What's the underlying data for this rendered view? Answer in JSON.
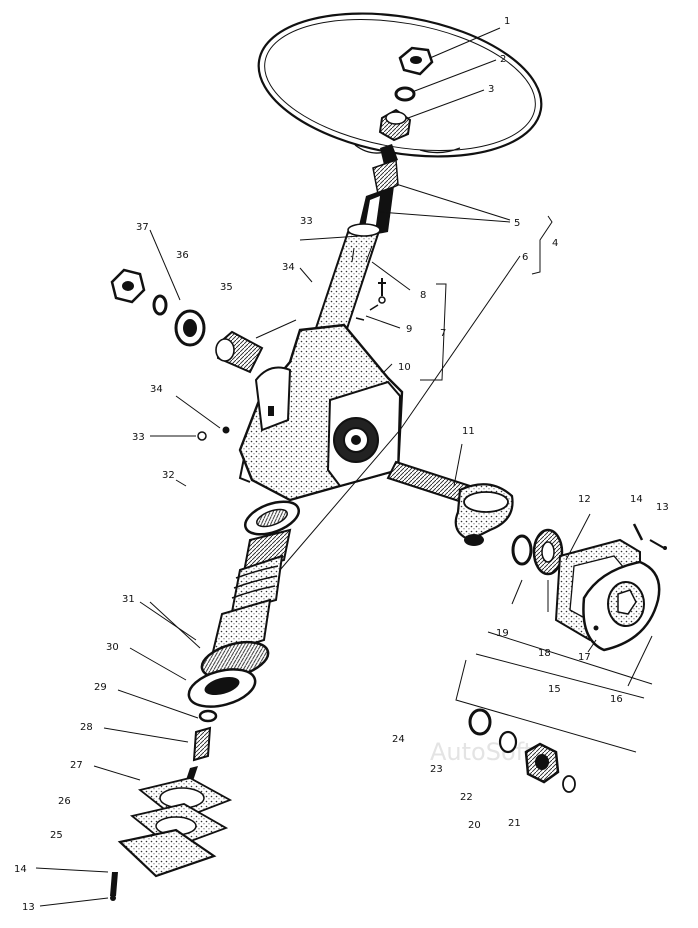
{
  "watermark": "AutoSoft",
  "callouts": [
    "1",
    "2",
    "3",
    "4",
    "5",
    "6",
    "7",
    "8",
    "9",
    "10",
    "11",
    "12",
    "13",
    "14",
    "15",
    "16",
    "17",
    "18",
    "19",
    "20",
    "21",
    "22",
    "23",
    "24",
    "25",
    "26",
    "27",
    "28",
    "29",
    "30",
    "31",
    "32",
    "33",
    "34",
    "35",
    "36",
    "37"
  ],
  "repeated_callouts": {
    "c13b": "13",
    "c14b": "14",
    "c33b": "33",
    "c34b": "34"
  },
  "colors": {
    "ink": "#111111",
    "paper": "#ffffff",
    "watermark": "#e4e4e4"
  }
}
